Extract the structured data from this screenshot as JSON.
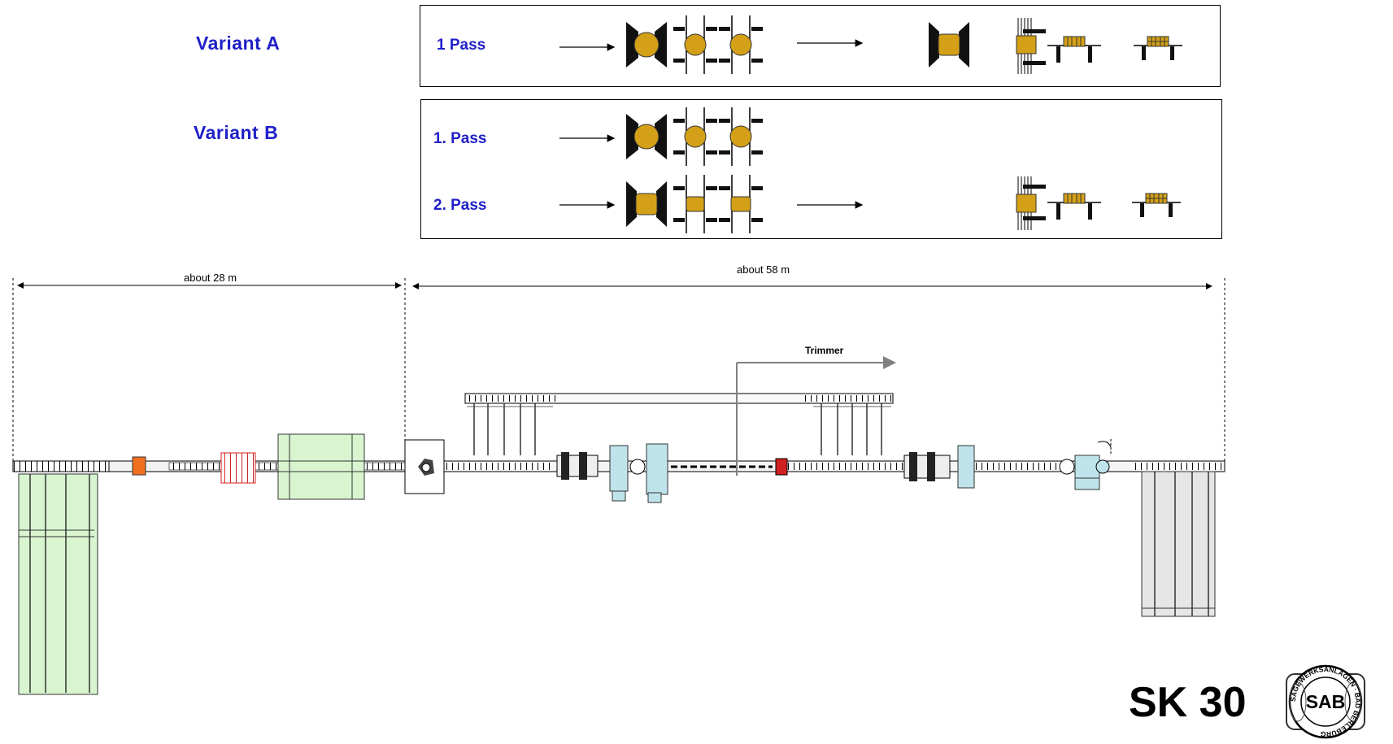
{
  "variants": {
    "a": {
      "title": "Variant A",
      "passes": [
        {
          "label": "1 Pass"
        }
      ]
    },
    "b": {
      "title": "Variant B",
      "passes": [
        {
          "label": "1. Pass"
        },
        {
          "label": "2. Pass"
        }
      ]
    }
  },
  "layout": {
    "dimension_left": "about 28 m",
    "dimension_right": "about 58 m",
    "trimmer_label": "Trimmer"
  },
  "machine": {
    "name": "SK 30"
  },
  "logo": {
    "text": "SAB",
    "ring_text": "SÄGEWERKSANLAGEN · BAD BERLEBURG"
  },
  "colors": {
    "title_blue": "#1f1fc8",
    "log_gold": "#d4a017",
    "green_area": "#d8f5d0",
    "gray_area": "#e6e6e6",
    "accent_orange": "#f07020",
    "accent_red": "#d02020",
    "machine_cyan": "#bfe3ea"
  }
}
